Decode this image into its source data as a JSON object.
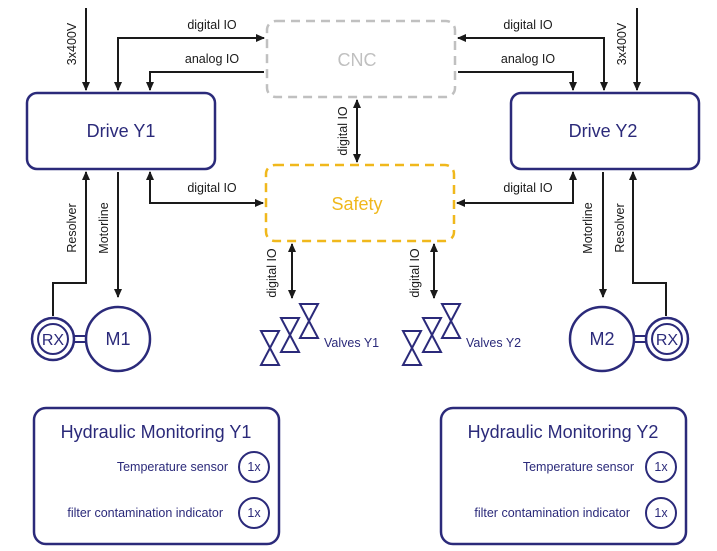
{
  "colors": {
    "navy": "#2b2a7a",
    "cnc_gray": "#c0c0c0",
    "safety_yellow": "#f0b81c",
    "line": "#1a1a1a"
  },
  "nodes": {
    "cnc": "CNC",
    "safety": "Safety",
    "drive_y1": "Drive Y1",
    "drive_y2": "Drive Y2",
    "m1": "M1",
    "m2": "M2",
    "rx_left": "RX",
    "rx_right": "RX",
    "valves_y1": "Valves Y1",
    "valves_y2": "Valves Y2"
  },
  "connections": {
    "supply_left": "3x400V",
    "supply_right": "3x400V",
    "digital_io_cnc_left": "digital IO",
    "analog_io_cnc_left": "analog IO",
    "digital_io_cnc_right": "digital IO",
    "analog_io_cnc_right": "analog IO",
    "digital_io_cnc_safety": "digital IO",
    "digital_io_safety_left": "digital IO",
    "digital_io_safety_right": "digital IO",
    "digital_io_valves_y1": "digital IO",
    "digital_io_valves_y2": "digital IO",
    "resolver_left": "Resolver",
    "motorline_left": "Motorline",
    "resolver_right": "Resolver",
    "motorline_right": "Motorline"
  },
  "hydraulic_monitoring": [
    {
      "title": "Hydraulic Monitoring Y1",
      "items": [
        {
          "label": "Temperature sensor",
          "count": "1x"
        },
        {
          "label": "filter contamination indicator",
          "count": "1x"
        }
      ]
    },
    {
      "title": "Hydraulic Monitoring Y2",
      "items": [
        {
          "label": "Temperature sensor",
          "count": "1x"
        },
        {
          "label": "filter contamination indicator",
          "count": "1x"
        }
      ]
    }
  ]
}
